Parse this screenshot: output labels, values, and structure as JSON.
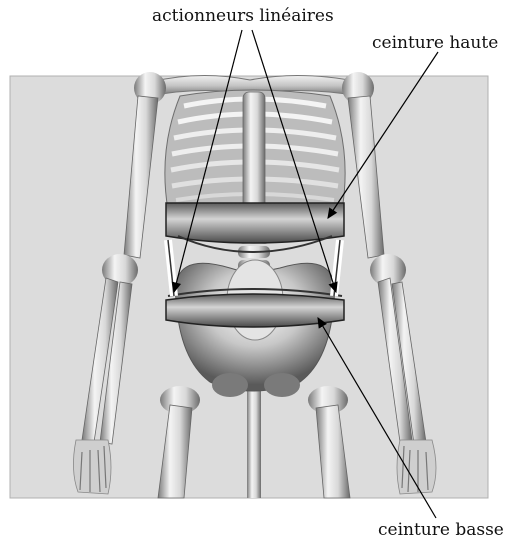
{
  "labels": {
    "actuators": "actionneurs linéaires",
    "upper_belt": "ceinture haute",
    "lower_belt": "ceinture basse"
  },
  "colors": {
    "panel_bg": "#dcdcdc",
    "bone_light": "#f2f2f2",
    "bone_mid": "#bdbdbd",
    "bone_dark": "#6a6a6a",
    "leader_line": "#000000"
  }
}
